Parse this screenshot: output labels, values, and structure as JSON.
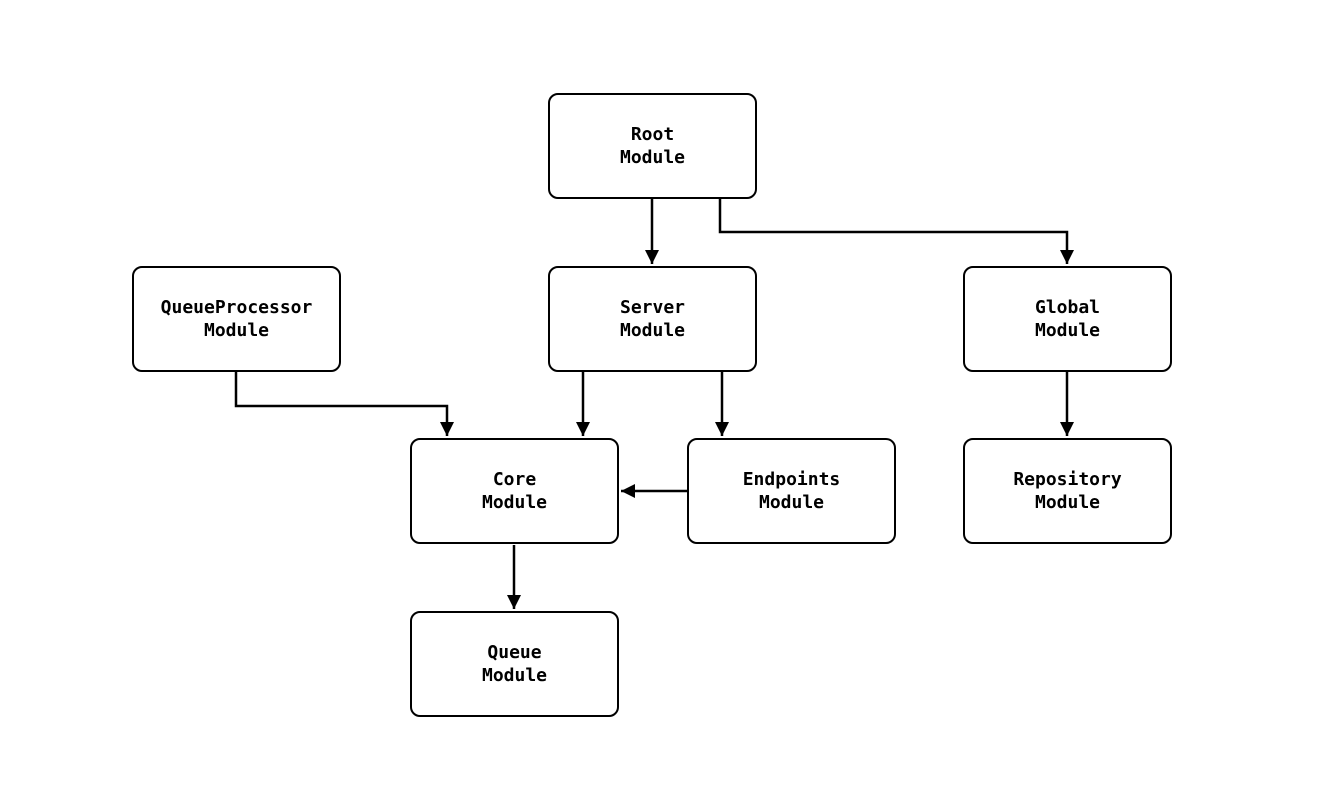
{
  "diagram": {
    "type": "module-dependency-graph",
    "background_color": "#ffffff",
    "node_fill_color": "#ffffff",
    "node_border_color": "#000000",
    "arrow_color": "#000000"
  },
  "nodes": {
    "root": {
      "line1": "Root",
      "line2": "Module"
    },
    "queueprocessor": {
      "line1": "QueueProcessor",
      "line2": "Module"
    },
    "server": {
      "line1": "Server",
      "line2": "Module"
    },
    "global": {
      "line1": "Global",
      "line2": "Module"
    },
    "core": {
      "line1": "Core",
      "line2": "Module"
    },
    "endpoints": {
      "line1": "Endpoints",
      "line2": "Module"
    },
    "repository": {
      "line1": "Repository",
      "line2": "Module"
    },
    "queue": {
      "line1": "Queue",
      "line2": "Module"
    }
  },
  "edges": [
    {
      "from": "root",
      "to": "server"
    },
    {
      "from": "root",
      "to": "global"
    },
    {
      "from": "queueprocessor",
      "to": "core"
    },
    {
      "from": "server",
      "to": "core"
    },
    {
      "from": "server",
      "to": "endpoints"
    },
    {
      "from": "endpoints",
      "to": "core"
    },
    {
      "from": "global",
      "to": "repository"
    },
    {
      "from": "core",
      "to": "queue"
    }
  ]
}
